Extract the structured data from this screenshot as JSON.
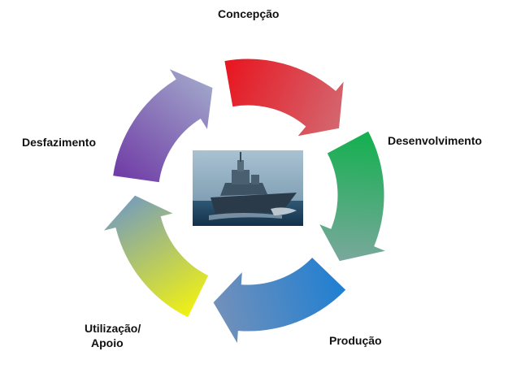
{
  "diagram": {
    "stages": [
      {
        "lines": [
          "Concepção"
        ],
        "color_start": "#e8141e",
        "color_end": "#d26f78"
      },
      {
        "lines": [
          "Desenvolvimento"
        ],
        "color_start": "#12b04e",
        "color_end": "#84a7a4"
      },
      {
        "lines": [
          "Produção"
        ],
        "color_start": "#1f7fd2",
        "color_end": "#7a92b8"
      },
      {
        "lines": [
          "Utilização/",
          "Apoio"
        ],
        "color_start": "#f2f211",
        "color_end": "#6d97c7"
      },
      {
        "lines": [
          "Desfazimento"
        ],
        "color_start": "#6f3aa5",
        "color_end": "#a4aecd"
      }
    ],
    "center_image": "naval-ship-photo"
  }
}
